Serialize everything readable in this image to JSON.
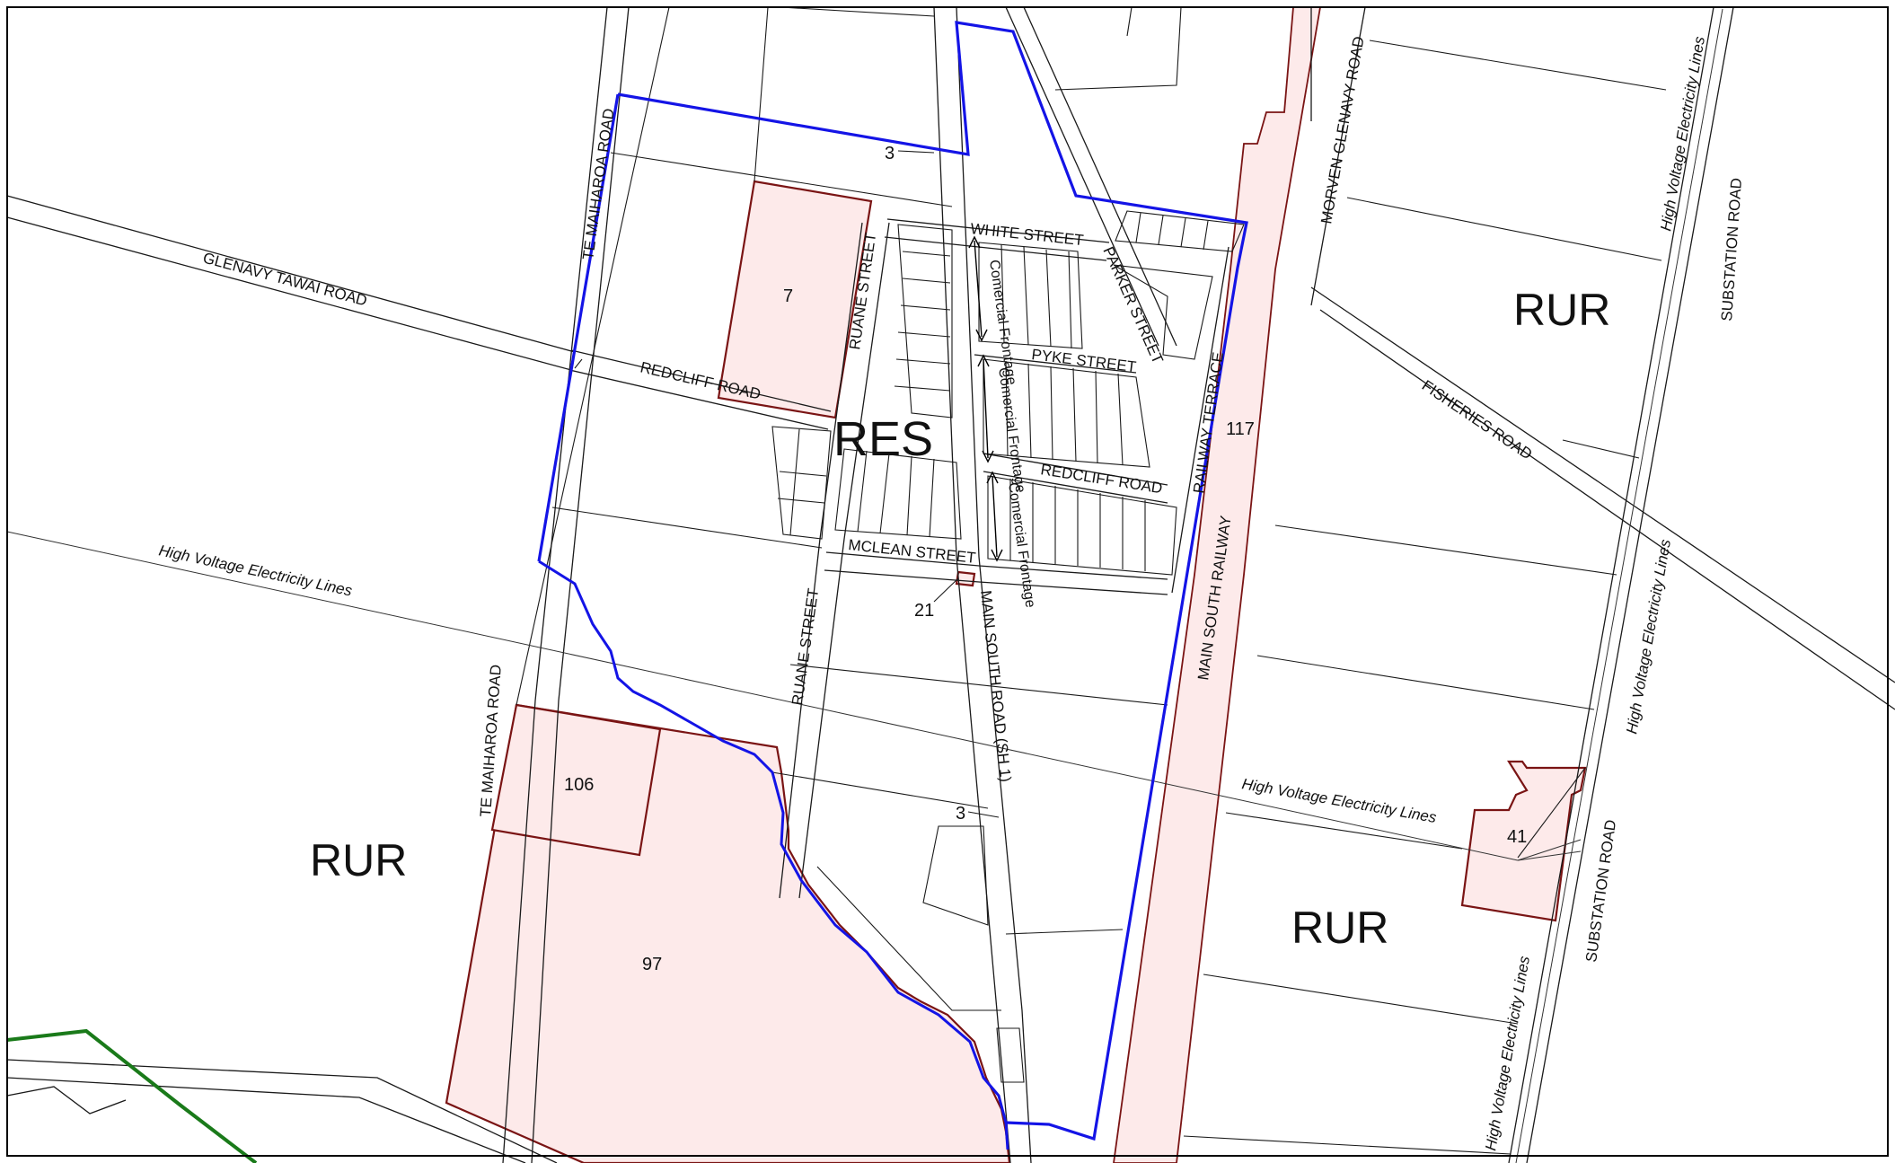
{
  "roads": {
    "te_maiharoa_north": "TE MAIHAROA ROAD",
    "te_maiharoa_south": "TE MAIHAROA ROAD",
    "glenavy_tawai": "GLENAVY TAWAI ROAD",
    "redcliff_west": "REDCLIFF ROAD",
    "ruane_north": "RUANE STREET",
    "ruane_south": "RUANE STREET",
    "white": "WHITE STREET",
    "parker": "PARKER STREET",
    "pyke": "PYKE STREET",
    "redcliff_east": "REDCLIFF ROAD",
    "mclean": "MCLEAN STREET",
    "main_south": "MAIN SOUTH ROAD  (SH 1)",
    "railway_terrace": "RAILWAY TERRACE",
    "railway": "MAIN  SOUTH  RAILWAY",
    "morven_glenavy": "MORVEN GLENAVY ROAD",
    "fisheries": "FISHERIES ROAD",
    "substation_north": "SUBSTATION ROAD",
    "substation_south": "SUBSTATION ROAD"
  },
  "hv_lines": {
    "west": "High Voltage Electricity Lines",
    "middle": "High Voltage Electricity Lines",
    "east_1": "High Voltage Electricity Lines",
    "east_2": "High Voltage Electricity Lines",
    "east_3": "High Voltage Electricity Lines"
  },
  "zones": {
    "res": "RES",
    "rur_west": "RUR",
    "rur_east_north": "RUR",
    "rur_east_south": "RUR"
  },
  "frontage": {
    "f1": "Comercial Frontage",
    "f2": "Comercial Frontage",
    "f3": "Comercial Frontage"
  },
  "lots": {
    "lot_3_north": "3",
    "lot_7": "7",
    "lot_21": "21",
    "lot_106": "106",
    "lot_3_south": "3",
    "lot_97": "97",
    "lot_117": "117",
    "lot_41": "41"
  },
  "colors": {
    "zone_fill": "#fdeaea",
    "zone_outline": "#7a1414",
    "boundary": "#1414e6",
    "green_boundary": "#1a7a1a"
  }
}
